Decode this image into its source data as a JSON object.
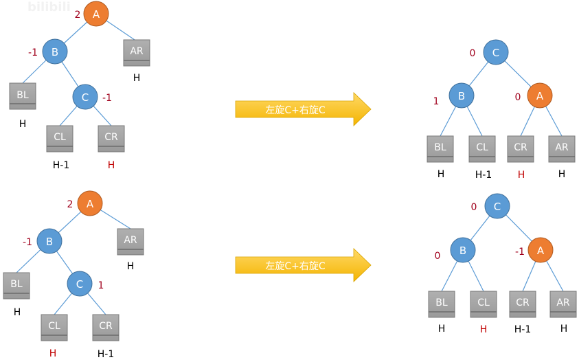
{
  "colors": {
    "blue_node": "#5b9bd5",
    "blue_stroke": "#41719c",
    "orange_node": "#ed7d31",
    "orange_stroke": "#ae5a21",
    "box_fill": "#a5a5a5",
    "box_stroke": "#787878",
    "edge": "#5b9bd5",
    "balance_text": "#a0001c",
    "highlight_text": "#c00000",
    "black_text": "#000000",
    "arrow_top": "#ffd966",
    "arrow_bottom": "#f4b400"
  },
  "watermark": "bilibili",
  "rotation_label": "左旋C+右旋C",
  "diagrams": {
    "top_left": {
      "nodes": {
        "A": "A",
        "B": "B",
        "C": "C"
      },
      "balances": {
        "A": "2",
        "B": "-1",
        "C": "-1"
      },
      "boxes": {
        "AR": "AR",
        "BL": "BL",
        "CL": "CL",
        "CR": "CR"
      },
      "heights": {
        "AR": "H",
        "BL": "H",
        "CL": "H-1",
        "CR": "H"
      }
    },
    "top_right": {
      "nodes": {
        "C": "C",
        "B": "B",
        "A": "A"
      },
      "balances": {
        "C": "0",
        "B": "1",
        "A": "0"
      },
      "boxes": {
        "BL": "BL",
        "CL": "CL",
        "CR": "CR",
        "AR": "AR"
      },
      "heights": {
        "BL": "H",
        "CL": "H-1",
        "CR": "H",
        "AR": "H"
      }
    },
    "bottom_left": {
      "nodes": {
        "A": "A",
        "B": "B",
        "C": "C"
      },
      "balances": {
        "A": "2",
        "B": "-1",
        "C": "1"
      },
      "boxes": {
        "AR": "AR",
        "BL": "BL",
        "CL": "CL",
        "CR": "CR"
      },
      "heights": {
        "AR": "H",
        "BL": "H",
        "CL": "H",
        "CR": "H-1"
      }
    },
    "bottom_right": {
      "nodes": {
        "C": "C",
        "B": "B",
        "A": "A"
      },
      "balances": {
        "C": "0",
        "B": "0",
        "A": "-1"
      },
      "boxes": {
        "BL": "BL",
        "CL": "CL",
        "CR": "CR",
        "AR": "AR"
      },
      "heights": {
        "BL": "H",
        "CL": "H",
        "CR": "H-1",
        "AR": "H"
      }
    }
  }
}
